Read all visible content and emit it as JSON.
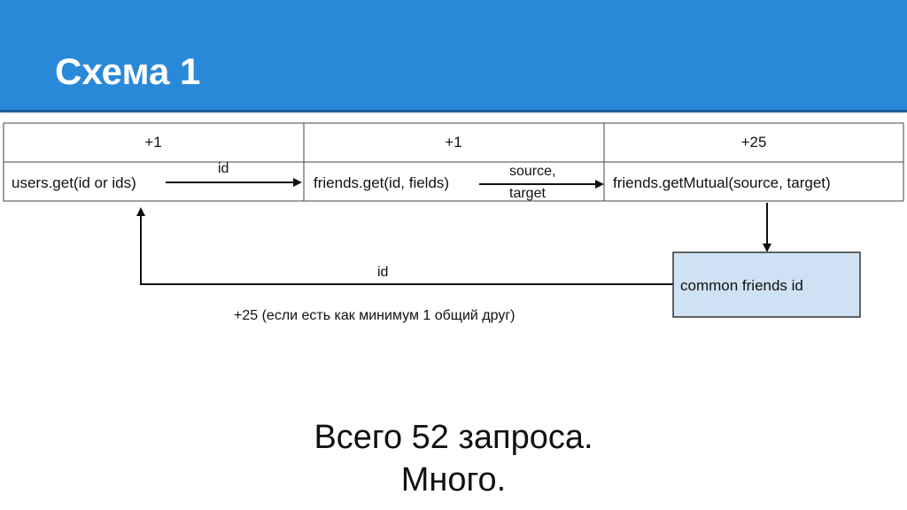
{
  "slide": {
    "title": "Схема 1"
  },
  "table": {
    "columns": [
      {
        "cost": "+1",
        "call": "users.get(id or ids)"
      },
      {
        "cost": "+1",
        "call": "friends.get(id, fields)"
      },
      {
        "cost": "+25",
        "call": "friends.getMutual(source, target)"
      }
    ]
  },
  "arrows": {
    "users_to_friends": "id",
    "friends_to_mutual_line1": "source,",
    "friends_to_mutual_line2": "target",
    "back_label": "id",
    "back_note": "+25 (если есть как минимум 1 общий друг)"
  },
  "result_box": {
    "label": "common friends id"
  },
  "summary": {
    "line1": "Всего 52 запроса.",
    "line2": "Много."
  },
  "colors": {
    "header_blue": "#2a88d8",
    "result_box_fill": "#cfe2f3"
  }
}
